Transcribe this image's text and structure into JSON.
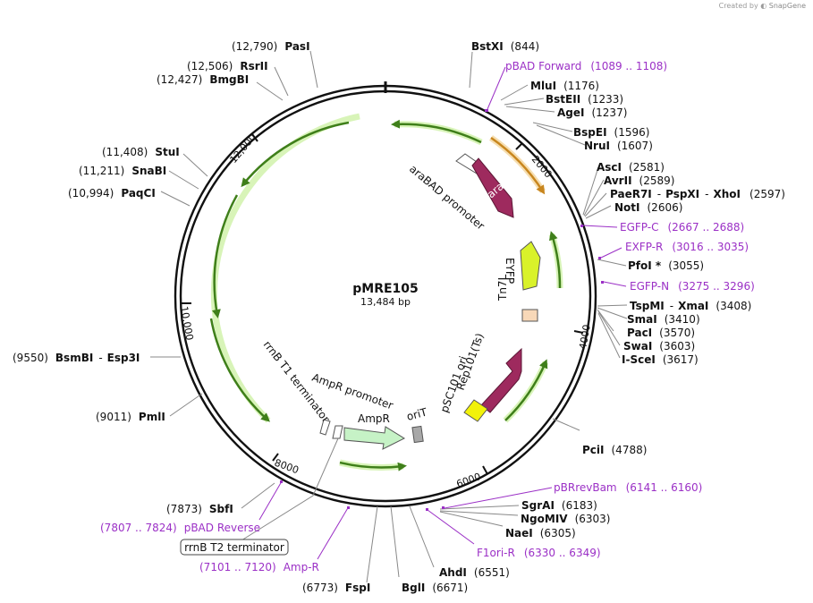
{
  "credit": {
    "prefix": "Created by",
    "brand": "SnapGene"
  },
  "plasmid": {
    "name": "pMRE105",
    "length": "13,484 bp"
  },
  "ticks": [
    "2000",
    "4000",
    "6000",
    "8000",
    "10,000",
    "12,000"
  ],
  "features": {
    "araC": "araC",
    "araBAD_promoter": "araBAD promoter",
    "EYFP": "EYFP",
    "Tn7L": "Tn7L",
    "Rep101": "Rep101(Ts)",
    "pSC101_ori": "pSC101 ori",
    "oriT": "oriT",
    "AmpR": "AmpR",
    "AmpR_promoter": "AmpR promoter",
    "rrnB_T1": "rrnB T1 terminator",
    "rrnB_T2": "rrnB T2 terminator"
  },
  "enzymes": [
    {
      "name": "PasI",
      "pos": "(12,790)"
    },
    {
      "name": "RsrII",
      "pos": "(12,506)"
    },
    {
      "name": "BmgBI",
      "pos": "(12,427)"
    },
    {
      "name": "StuI",
      "pos": "(11,408)"
    },
    {
      "name": "SnaBI",
      "pos": "(11,211)"
    },
    {
      "name": "PaqCI",
      "pos": "(10,994)"
    },
    {
      "name": "BsmBI",
      "name2": "Esp3I",
      "pos": "(9550)"
    },
    {
      "name": "PmlI",
      "pos": "(9011)"
    },
    {
      "name": "SbfI",
      "pos": "(7873)"
    },
    {
      "name": "FspI",
      "pos": "(6773)"
    },
    {
      "name": "BglI",
      "pos": "(6671)"
    },
    {
      "name": "AhdI",
      "pos": "(6551)"
    },
    {
      "name": "NaeI",
      "pos": "(6305)"
    },
    {
      "name": "NgoMIV",
      "pos": "(6303)"
    },
    {
      "name": "SgrAI",
      "pos": "(6183)"
    },
    {
      "name": "PciI",
      "pos": "(4788)"
    },
    {
      "name": "I-SceI",
      "pos": "(3617)"
    },
    {
      "name": "SwaI",
      "pos": "(3603)"
    },
    {
      "name": "PacI",
      "pos": "(3570)"
    },
    {
      "name": "SmaI",
      "pos": "(3410)"
    },
    {
      "name": "TspMI",
      "name2": "XmaI",
      "pos": "(3408)"
    },
    {
      "name": "PfoI *",
      "pos": "(3055)"
    },
    {
      "name": "NotI",
      "pos": "(2606)"
    },
    {
      "name": "PaeR7I",
      "name2": "PspXI",
      "name3": "XhoI",
      "pos": "(2597)"
    },
    {
      "name": "AvrII",
      "pos": "(2589)"
    },
    {
      "name": "AscI",
      "pos": "(2581)"
    },
    {
      "name": "NruI",
      "pos": "(1607)"
    },
    {
      "name": "BspEI",
      "pos": "(1596)"
    },
    {
      "name": "AgeI",
      "pos": "(1237)"
    },
    {
      "name": "BstEII",
      "pos": "(1233)"
    },
    {
      "name": "MluI",
      "pos": "(1176)"
    },
    {
      "name": "BstXI",
      "pos": "(844)"
    }
  ],
  "primers": [
    {
      "name": "pBAD Forward",
      "pos": "(1089 .. 1108)"
    },
    {
      "name": "EGFP-C",
      "pos": "(2667 .. 2688)"
    },
    {
      "name": "EXFP-R",
      "pos": "(3016 .. 3035)"
    },
    {
      "name": "EGFP-N",
      "pos": "(3275 .. 3296)"
    },
    {
      "name": "pBRrevBam",
      "pos": "(6141 .. 6160)"
    },
    {
      "name": "F1ori-R",
      "pos": "(6330 .. 6349)"
    },
    {
      "name": "Amp-R",
      "pos": "(7101 .. 7120)"
    },
    {
      "name": "pBAD Reverse",
      "pos": "(7807 .. 7824)"
    }
  ],
  "colors": {
    "primer": "#9b30c6",
    "araC": "#9e2a5e",
    "EYFP": "#d9f22a",
    "Tn7L": "#f8d8b8",
    "Rep101": "#9e2a5e",
    "pSC101_ori": "#f2f20a",
    "oriT": "#a8a8a8",
    "AmpR": "#c6f2c6",
    "orf_arrow": "#4a8a1c",
    "orf_glow": "#d8f4b8",
    "orange_arrow": "#c8861e",
    "orange_glow": "#f6deb0"
  }
}
